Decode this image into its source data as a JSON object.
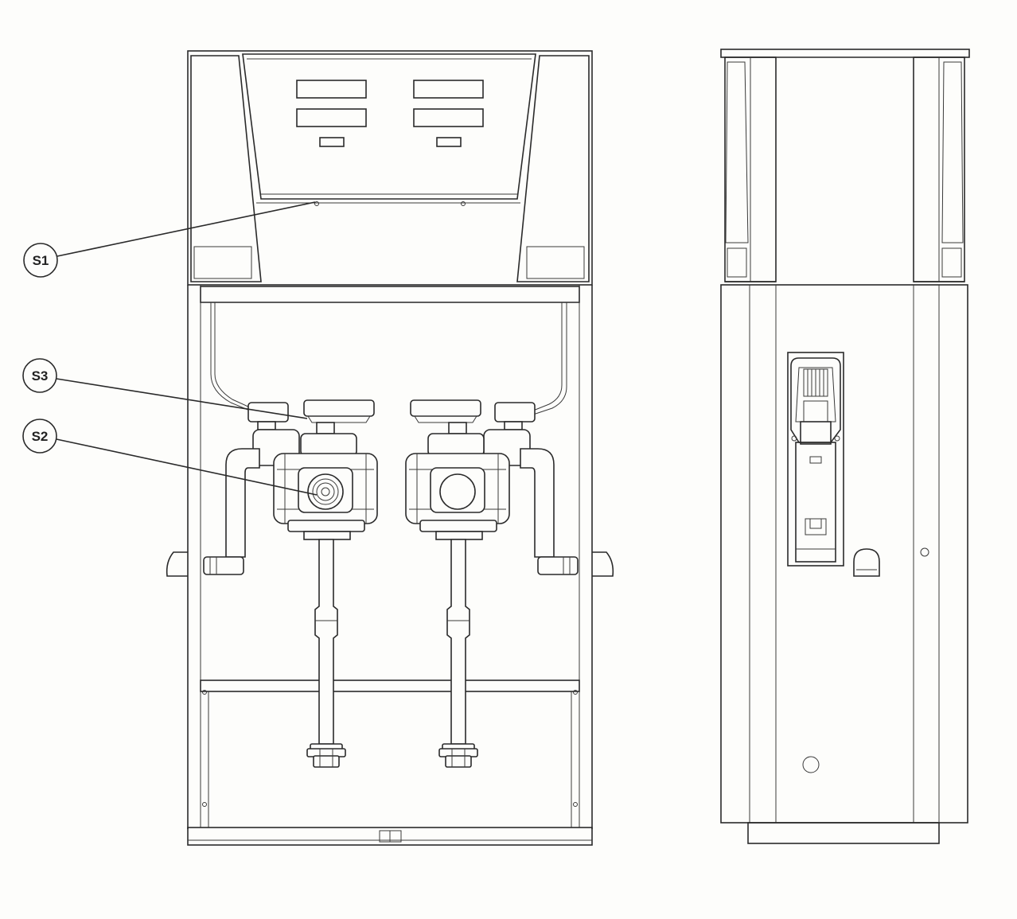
{
  "callouts": {
    "s1": "S1",
    "s2": "S2",
    "s3": "S3"
  }
}
